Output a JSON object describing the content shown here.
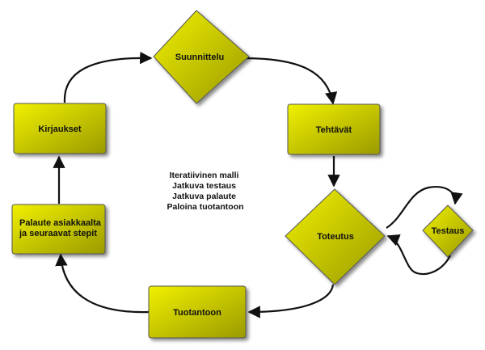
{
  "colors": {
    "node_fill_light": "#f0f000",
    "node_fill_dark": "#9a9a00",
    "node_stroke": "#555555",
    "edge": "#111111"
  },
  "nodes": {
    "suunnittelu": {
      "label": "Suunnittelu",
      "shape": "diamond"
    },
    "tehtavat": {
      "label": "Tehtävät",
      "shape": "rectangle"
    },
    "toteutus": {
      "label": "Toteutus",
      "shape": "diamond"
    },
    "testaus": {
      "label": "Testaus",
      "shape": "diamond"
    },
    "tuotantoon": {
      "label": "Tuotantoon",
      "shape": "rectangle"
    },
    "palaute": {
      "label_lines": [
        "Palaute asiakkaalta",
        "ja seuraavat stepit"
      ],
      "shape": "rectangle"
    },
    "kirjaukset": {
      "label": "Kirjaukset",
      "shape": "rectangle"
    }
  },
  "note": {
    "lines": [
      "Iteratiivinen malli",
      "Jatkuva testaus",
      "Jatkuva palaute",
      "Paloina tuotantoon"
    ]
  },
  "edges": [
    {
      "from": "kirjaukset",
      "to": "suunnittelu"
    },
    {
      "from": "suunnittelu",
      "to": "tehtavat"
    },
    {
      "from": "tehtavat",
      "to": "toteutus"
    },
    {
      "from": "toteutus",
      "to": "testaus"
    },
    {
      "from": "testaus",
      "to": "toteutus"
    },
    {
      "from": "toteutus",
      "to": "tuotantoon"
    },
    {
      "from": "tuotantoon",
      "to": "palaute"
    },
    {
      "from": "palaute",
      "to": "kirjaukset"
    }
  ]
}
